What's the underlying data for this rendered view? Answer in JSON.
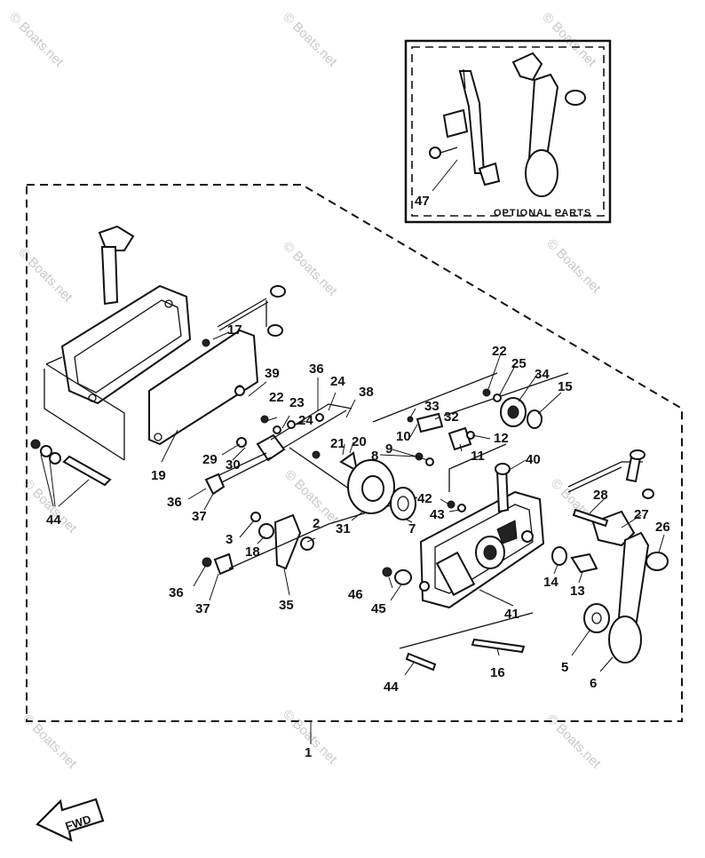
{
  "watermark": "© Boats.net",
  "optional_box": {
    "label": "OPTIONAL PARTS",
    "callout": "47"
  },
  "main_callout": "1",
  "fwd_label": "FWD",
  "callouts": {
    "c17": "17",
    "c19": "19",
    "c39": "39",
    "c36a": "36",
    "c22a": "22",
    "c23": "23",
    "c24a": "24",
    "c24b": "24",
    "c38": "38",
    "c21": "21",
    "c20": "20",
    "c29": "29",
    "c30": "30",
    "c36b": "36",
    "c37a": "37",
    "c44a": "44",
    "c3": "3",
    "c18": "18",
    "c35": "35",
    "c36c": "36",
    "c37b": "37",
    "c2": "2",
    "c31": "31",
    "c7": "7",
    "c8": "8",
    "c9": "9",
    "c10": "10",
    "c11": "11",
    "c33": "33",
    "c32": "32",
    "c12": "12",
    "c22b": "22",
    "c25": "25",
    "c34": "34",
    "c15": "15",
    "c40": "40",
    "c42": "42",
    "c43": "43",
    "c46": "46",
    "c45": "45",
    "c41": "41",
    "c16": "16",
    "c44b": "44",
    "c14": "14",
    "c13": "13",
    "c28": "28",
    "c27": "27",
    "c26": "26",
    "c5": "5",
    "c6": "6"
  }
}
